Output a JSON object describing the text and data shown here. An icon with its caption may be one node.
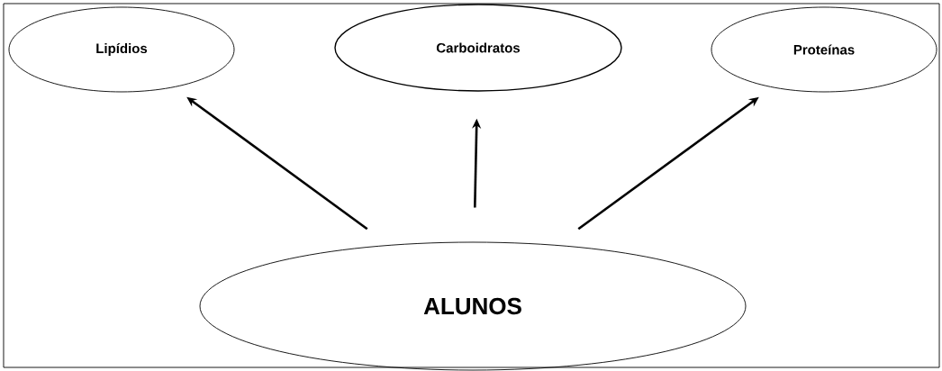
{
  "diagram": {
    "nodes": [
      {
        "text": [
          "Lipídios"
        ]
      },
      {
        "text": [
          "Carboidratos"
        ]
      },
      {
        "text": [
          "Proteínas"
        ]
      },
      {
        "text": [
          "ALUNOS"
        ]
      }
    ],
    "edges": [
      {
        "from": 3,
        "to": 0,
        "arrow": "to"
      },
      {
        "from": 3,
        "to": 1,
        "arrow": "to"
      },
      {
        "from": 3,
        "to": 2,
        "arrow": "to"
      }
    ]
  }
}
